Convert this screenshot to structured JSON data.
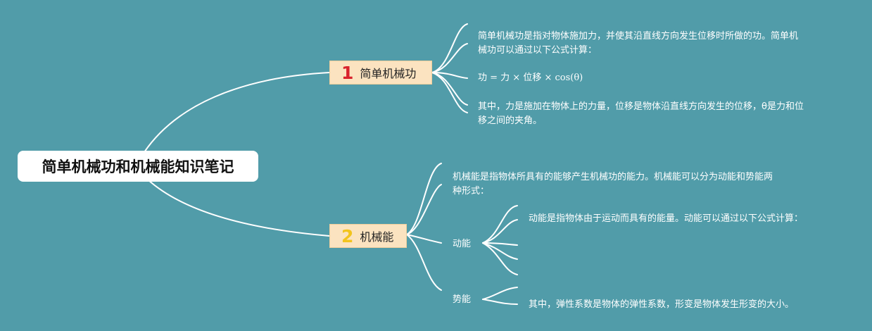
{
  "root": {
    "title": "简单机械功和机械能知识笔记"
  },
  "branches": [
    {
      "number": "1",
      "number_color": "#d9232d",
      "label": "简单机械功",
      "notes": [
        "简单机械功是指对物体施加力，并使其沿直线方向发生位移时所做的功。简单机",
        "械功可以通过以下公式计算：",
        "功 = 力 × 位移 × cos(θ)",
        "其中，力是施加在物体上的力量，位移是物体沿直线方向发生的位移，θ是力和位",
        "移之间的夹角。"
      ]
    },
    {
      "number": "2",
      "number_color": "#f2c41d",
      "label": "机械能",
      "notes": [
        "机械能是指物体所具有的能够产生机械功的能力。机械能可以分为动能和势能两",
        "种形式："
      ],
      "children": [
        {
          "label": "动能",
          "note": "动能是指物体由于运动而具有的能量。动能可以通过以下公式计算："
        },
        {
          "label": "势能",
          "note": "其中，弹性系数是物体的弹性系数，形变是物体发生形变的大小。"
        }
      ]
    }
  ],
  "colors": {
    "background": "#519ca9",
    "connector": "#ffffff",
    "branch_fill": "#fbe3c0"
  }
}
